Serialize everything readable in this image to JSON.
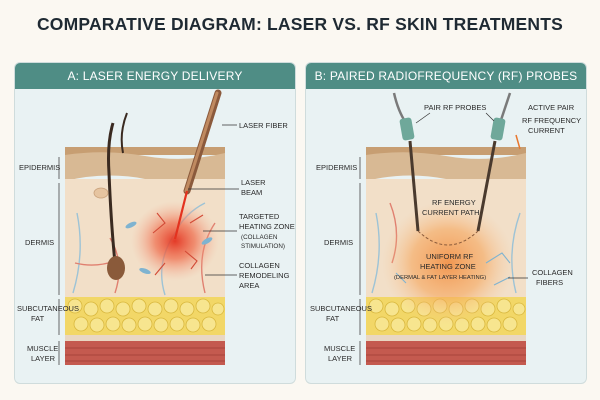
{
  "title": "COMPARATIVE DIAGRAM: LASER VS. RF SKIN TREATMENTS",
  "panel_a": {
    "header": "A: LASER ENERGY DELIVERY",
    "layer_labels": {
      "epidermis": "EPIDERMIS",
      "dermis": "DERMIS",
      "subcutaneous_1": "SUBCUTANEOUS",
      "subcutaneous_2": "FAT",
      "muscle_1": "MUSCLE",
      "muscle_2": "LAYER"
    },
    "callouts": {
      "laser_fiber": "LASER FIBER",
      "laser_beam_1": "LASER",
      "laser_beam_2": "BEAM",
      "heating_1": "TARGETED",
      "heating_2": "HEATING ZONE",
      "heating_3": "(COLLAGEN",
      "heating_4": "STIMULATION)",
      "remodel_1": "COLLAGEN",
      "remodel_2": "REMODELING",
      "remodel_3": "AREA"
    }
  },
  "panel_b": {
    "header": "B: PAIRED RADIOFREQUENCY (RF) PROBES",
    "layer_labels": {
      "epidermis": "EPIDERMIS",
      "dermis": "DERMIS",
      "subcutaneous_1": "SUBCUTANEOUS",
      "subcutaneous_2": "FAT",
      "muscle_1": "MUSCLE",
      "muscle_2": "LAYER"
    },
    "callouts": {
      "pair_probes": "PAIR RF PROBES",
      "active_pair": "ACTIVE PAIR",
      "rf_current_1": "RF FREQUENCY",
      "rf_current_2": "CURRENT",
      "energy_path_1": "RF ENERGY",
      "energy_path_2": "CURRENT PATH",
      "uniform_1": "UNIFORM RF",
      "uniform_2": "HEATING ZONE",
      "uniform_3": "(DERMAL & FAT LAYER HEATING)",
      "collagen_1": "COLLAGEN",
      "collagen_2": "FIBERS"
    }
  },
  "colors": {
    "header_bg": "#4f8d85",
    "panel_bg": "#e9f2f3",
    "epidermis": "#d8b994",
    "dermis": "#f2dfc8",
    "fat": "#f2d767",
    "muscle": "#c45a4f",
    "laser_glow": "#ef6a4a",
    "rf_glow": "#f5a55a",
    "probe": "#6fa89a"
  }
}
